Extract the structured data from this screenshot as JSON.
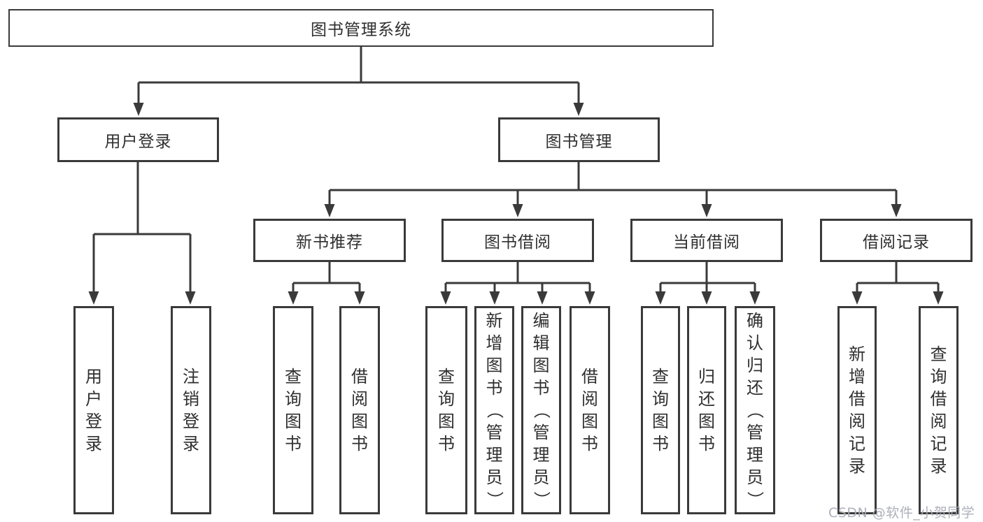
{
  "root": {
    "label": "图书管理系统"
  },
  "level2": [
    {
      "label": "用户登录"
    },
    {
      "label": "图书管理"
    }
  ],
  "level3": [
    {
      "label": "新书推荐"
    },
    {
      "label": "图书借阅"
    },
    {
      "label": "当前借阅"
    },
    {
      "label": "借阅记录"
    }
  ],
  "leaves": [
    "用户登录",
    "注销登录",
    "查询图书",
    "借阅图书",
    "查询图书",
    "新增图书（管理员）",
    "编辑图书（管理员）",
    "借阅图书",
    "查询图书",
    "归还图书",
    "确认归还（管理员）",
    "新增借阅记录",
    "查询借阅记录"
  ],
  "watermark": "CSDN @软件_小贺同学",
  "colors": {
    "line": "#3a3a3a",
    "box_border": "#3a3a3a",
    "text": "#2f2f2f",
    "watermark": "#aaacb6",
    "background": "#ffffff"
  }
}
